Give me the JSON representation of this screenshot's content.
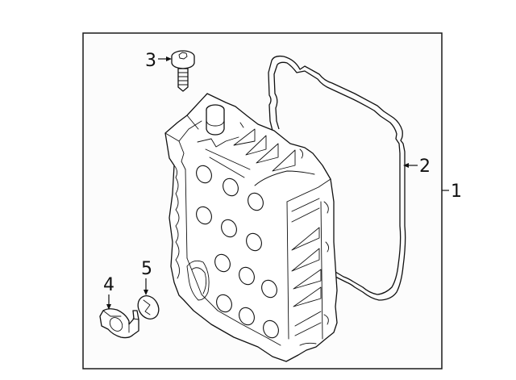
{
  "diagram": {
    "type": "exploded parts diagram",
    "subject": "Transmission valve body cover assembly",
    "callouts": [
      {
        "number": "1",
        "part": "cover assembly (bracketed group)",
        "position": "right of frame"
      },
      {
        "number": "2",
        "part": "gasket",
        "position": "right of gasket"
      },
      {
        "number": "3",
        "part": "bolt",
        "position": "top left of cover"
      },
      {
        "number": "4",
        "part": "clip / bracket",
        "position": "lower left"
      },
      {
        "number": "5",
        "part": "grommet / seal",
        "position": "lower left"
      }
    ]
  },
  "labels": {
    "l1": "1",
    "l2": "2",
    "l3": "3",
    "l4": "4",
    "l5": "5"
  },
  "colors": {
    "line": "#111111",
    "background": "#ffffff",
    "frame_fill": "#fcfcfc"
  }
}
